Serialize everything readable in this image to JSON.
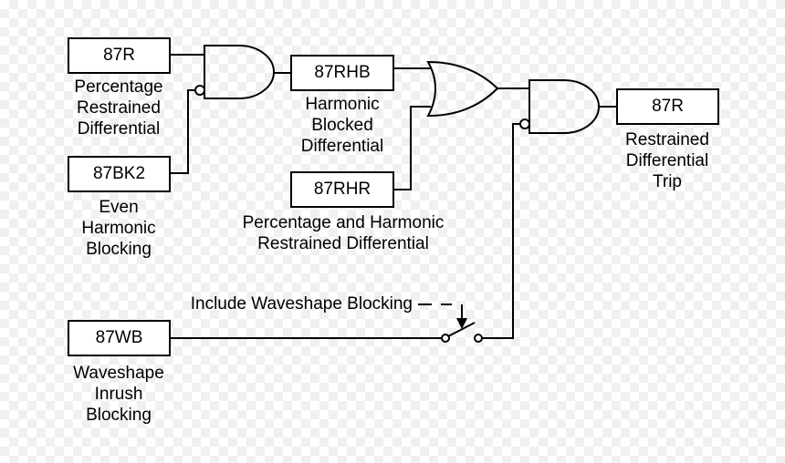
{
  "blocks": {
    "r87_in": "87R",
    "bk2": "87BK2",
    "rhb": "87RHB",
    "rhr": "87RHR",
    "wb": "87WB",
    "r87_out": "87R"
  },
  "labels": {
    "r87_in": [
      "Percentage",
      "Restrained",
      "Differential"
    ],
    "bk2": [
      "Even",
      "Harmonic",
      "Blocking"
    ],
    "rhb": [
      "Harmonic",
      "Blocked",
      "Differential"
    ],
    "rhr": [
      "Percentage and Harmonic",
      "Restrained Differential"
    ],
    "wb": [
      "Waveshape",
      "Inrush",
      "Blocking"
    ],
    "r87_out": [
      "Restrained",
      "Differential",
      "Trip"
    ],
    "switch": "Include Waveshape Blocking"
  }
}
